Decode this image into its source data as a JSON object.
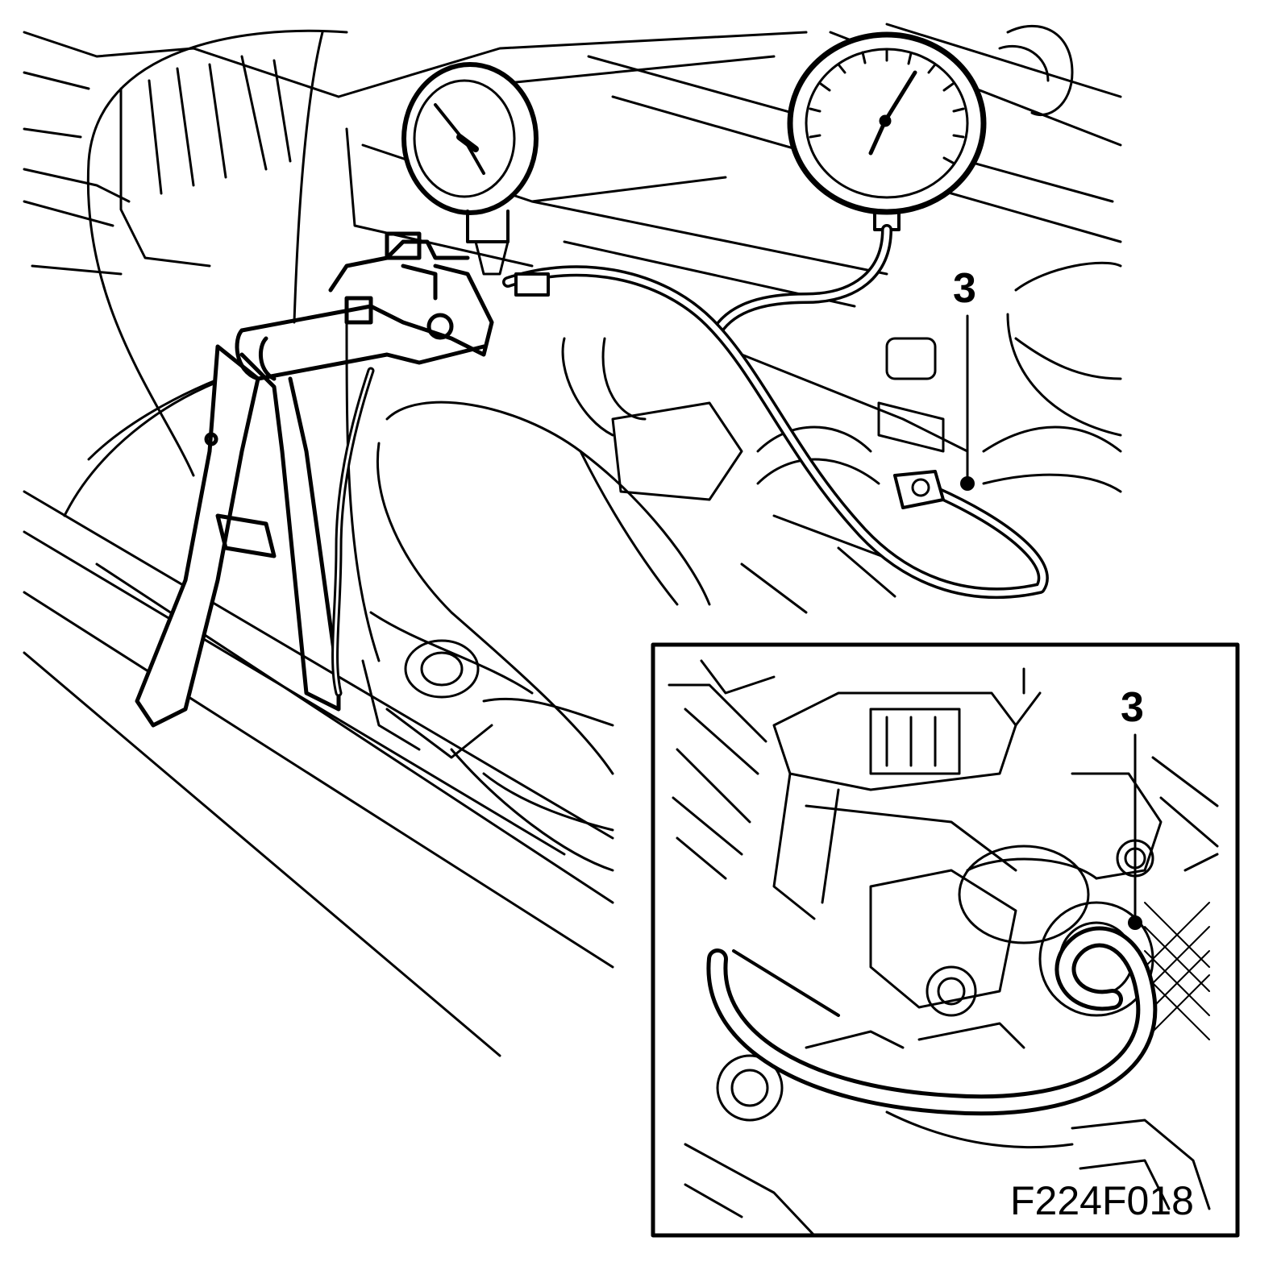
{
  "main_view": {
    "callout_label": "3"
  },
  "inset_view": {
    "callout_label": "3"
  },
  "figure_code": "F224F018",
  "colors": {
    "ink": "#000000",
    "paper": "#ffffff"
  }
}
